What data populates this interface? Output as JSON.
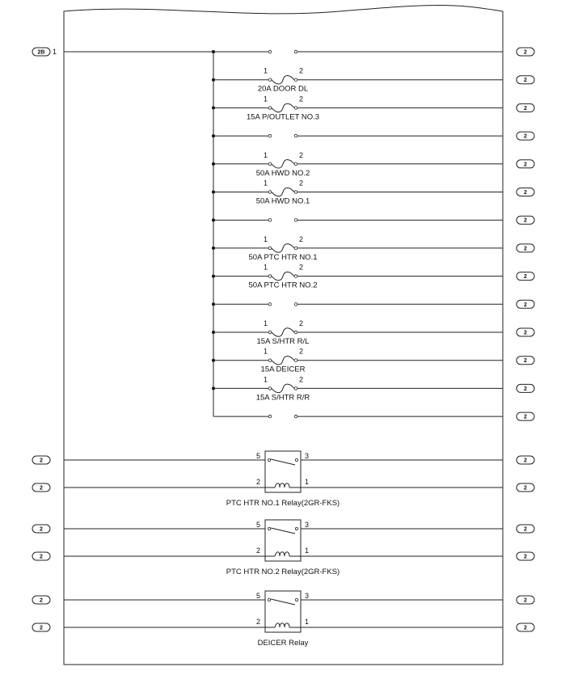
{
  "connector_top": {
    "id": "2B",
    "pin": "1"
  },
  "connector_label": "2",
  "fuse_pin_left": "1",
  "fuse_pin_right": "2",
  "fuses": [
    "20A DOOR DL",
    "15A P/OUTLET NO.3",
    "50A HWD NO.2",
    "50A HWD NO.1",
    "50A PTC HTR NO.1",
    "50A PTC HTR NO.2",
    "15A S/HTR R/L",
    "15A DEICER",
    "15A S/HTR R/R"
  ],
  "relay_pins": {
    "p5": "5",
    "p3": "3",
    "p2": "2",
    "p1": "1"
  },
  "relays": [
    "PTC HTR NO.1 Relay(2GR-FKS)",
    "PTC HTR NO.2 Relay(2GR-FKS)",
    "DEICER Relay"
  ]
}
